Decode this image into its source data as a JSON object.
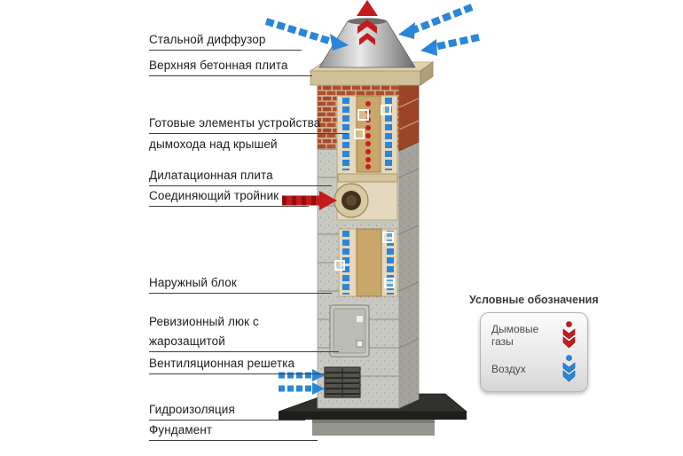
{
  "labels": [
    {
      "line1": "Стальной диффузор"
    },
    {
      "line1": "Верхняя бетонная плита"
    },
    {
      "line1": "Готовые элементы устройства",
      "line2": "дымохода над крышей"
    },
    {
      "line1": "Дилатационная плита"
    },
    {
      "line1": "Соединяющий тройник"
    },
    {
      "line1": "Наружный блок"
    },
    {
      "line1": "Ревизионный люк с",
      "line2": "жарозащитой"
    },
    {
      "line1": "Вентиляционная решетка"
    },
    {
      "line1": "Гидроизоляция"
    },
    {
      "line1": "Фундамент"
    }
  ],
  "legend": {
    "title": "Условные обозначения",
    "items": [
      {
        "label": "Дымовые газы",
        "color": "#c41c1c"
      },
      {
        "label": "Воздух",
        "color": "#2a86d8"
      }
    ]
  },
  "colors": {
    "smoke_gases": "#c41c1c",
    "air": "#2a86d8",
    "brick": "#b14e2a",
    "concrete_block": "#c9c9c4",
    "ceramic_flue": "#c9a66a",
    "top_plate": "#cfc09a",
    "waterproofing": "#30302d"
  }
}
